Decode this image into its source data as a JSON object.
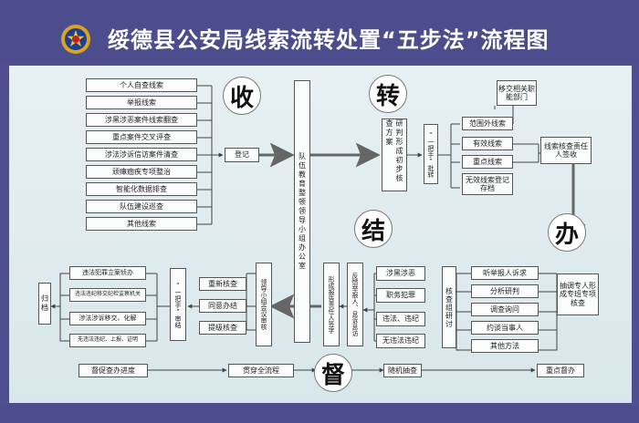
{
  "title": "绥德县公安局线索流转处置“五步法”流程图",
  "emblem_icon": "police-emblem-icon",
  "stages": {
    "shou": "收",
    "zhuan": "转",
    "ban": "办",
    "jie": "结",
    "du": "督"
  },
  "sources": [
    "个人自查线索",
    "举报线索",
    "涉黑涉恶案件线索翻查",
    "重点案件交叉评查",
    "涉法涉诉信访案件清查",
    "顽瘴痼疾专项整治",
    "智能化数据排查",
    "队伍建设巡查",
    "其他线索"
  ],
  "register": "登记",
  "center_office": "队伍教育整顿领导小组办公室",
  "judge_box": "研判形成初步核查方案",
  "yiba_approve": "“一把手”批转",
  "categories": [
    "范围外线索",
    "有效线索",
    "重点线索",
    "无效线索登记存档"
  ],
  "transfer_dept": "移交相关职能部门",
  "verify_owner": "线索核查责任人签收",
  "special_team": "抽调专人形成专班专项核查",
  "methods": [
    "听举报人诉求",
    "分析研判",
    "调查询问",
    "约谈当事人",
    "其他方法"
  ],
  "verify_team": "核查组研讨",
  "outcomes": [
    "涉黑涉恶",
    "职务犯罪",
    "违法、违纪",
    "无违法违纪"
  ],
  "feedback": "反馈举报人、息诉息访",
  "report": "形成报告责任人签字",
  "group_review": "领导小组会议审核",
  "review_options": [
    "重新核查",
    "同意办结",
    "提级核查"
  ],
  "yiba_conclude": "“一把手”审结",
  "disposals": [
    "违法犯罪立案侦办",
    "违法违纪移交纪检监察机关",
    "涉法涉诉移交、化解",
    "无违法违纪、上报、证明"
  ],
  "archive": "归档",
  "supervise": [
    "督促查办进度",
    "贯穿全流程",
    "随机抽查",
    "重点督办"
  ]
}
